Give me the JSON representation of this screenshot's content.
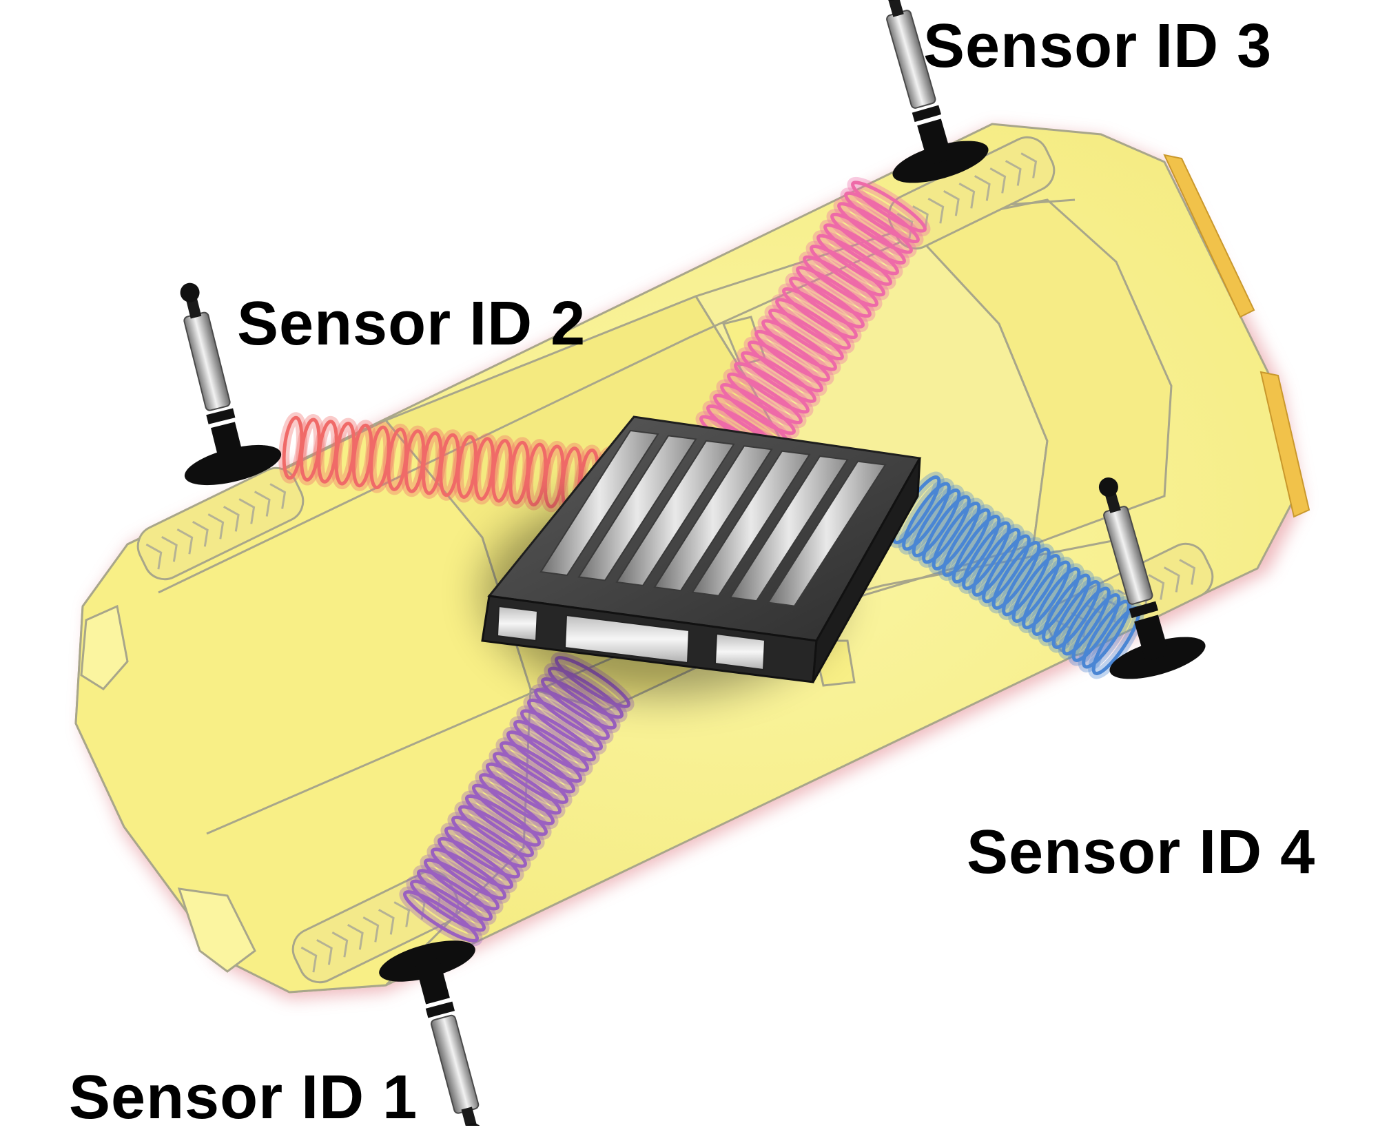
{
  "diagram": {
    "labels": {
      "sensor_1": "Sensor ID 1",
      "sensor_2": "Sensor ID 2",
      "sensor_3": "Sensor ID 3",
      "sensor_4": "Sensor ID 4"
    },
    "colors": {
      "car_body": "#f8ef8c",
      "car_outline": "#a8a68a",
      "car_glow": "#e7a0a6",
      "signal_sensor_1": "#9a60c0",
      "signal_sensor_2": "#f06a68",
      "signal_sensor_3": "#ee6aa8",
      "signal_sensor_4": "#4a86d4",
      "receiver_module": "#3a3a3a"
    }
  }
}
